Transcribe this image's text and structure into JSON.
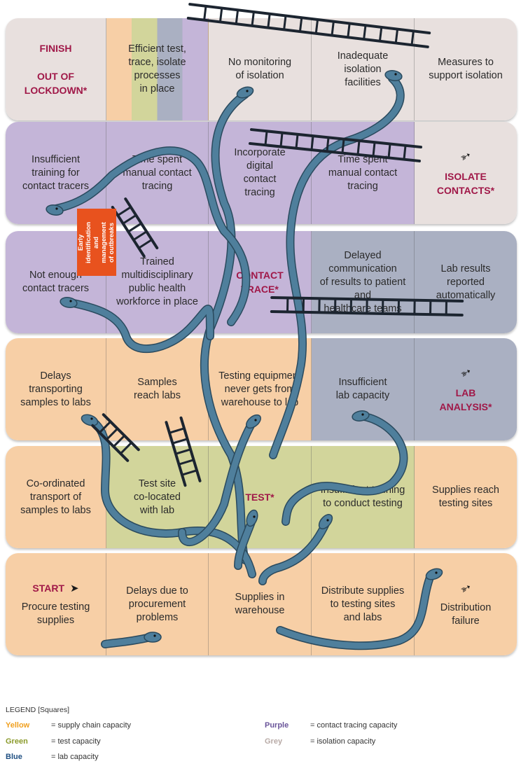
{
  "rows": [
    {
      "cells": [
        {
          "type": "gr",
          "key": true,
          "text": "FINISH\n\nOUT OF\nLOCKDOWN*"
        },
        {
          "type": "stripe",
          "text": "Efficient test,\ntrace, isolate\nprocesses\nin place"
        },
        {
          "type": "gr",
          "text": "No monitoring\nof isolation"
        },
        {
          "type": "gr",
          "text": "Inadequate\nisolation\nfacilities"
        },
        {
          "type": "gr",
          "text": "Measures to\nsupport isolation"
        }
      ]
    },
    {
      "cells": [
        {
          "type": "p",
          "text": "Insufficient\ntraining for\ncontact tracers"
        },
        {
          "type": "p",
          "text": "Time spent\nmanual contact\ntracing"
        },
        {
          "type": "p",
          "text": "Incorporate\ndigital\ncontact\ntracing"
        },
        {
          "type": "p",
          "text": "Time spent\nmanual contact\ntracing"
        },
        {
          "type": "gr",
          "key": true,
          "arrow": true,
          "text": "ISOLATE\nCONTACTS*"
        }
      ]
    },
    {
      "cells": [
        {
          "type": "p",
          "text": "Not enough\ncontact tracers"
        },
        {
          "type": "p",
          "text": "Trained\nmultidisciplinary\npublic health\nworkforce in place"
        },
        {
          "type": "p",
          "key": true,
          "text": "CONTACT\nTRACE*"
        },
        {
          "type": "b",
          "text": "Delayed communication\nof results to patient and\nhealthcare teams"
        },
        {
          "type": "b",
          "text": "Lab results\nreported\nautomatically"
        }
      ]
    },
    {
      "cells": [
        {
          "type": "y",
          "text": "Delays\ntransporting\nsamples to labs"
        },
        {
          "type": "y",
          "text": "Samples\nreach labs"
        },
        {
          "type": "y",
          "text": "Testing equipment\nnever gets from\nwarehouse to lab"
        },
        {
          "type": "b",
          "text": "Insufficient\nlab capacity"
        },
        {
          "type": "b",
          "key": true,
          "arrow": true,
          "text": "LAB\nANALYSIS*"
        }
      ]
    },
    {
      "cells": [
        {
          "type": "y",
          "text": "Co-ordinated\ntransport of\nsamples to labs"
        },
        {
          "type": "g",
          "text": "Test site\nco-located\nwith lab"
        },
        {
          "type": "g",
          "key": true,
          "text": "TEST*"
        },
        {
          "type": "g",
          "text": "Insufficient training\nto conduct testing"
        },
        {
          "type": "y",
          "text": "Supplies reach\ntesting sites"
        }
      ]
    },
    {
      "cells": [
        {
          "type": "y",
          "start": "START",
          "text": "Procure testing\nsupplies"
        },
        {
          "type": "y",
          "text": "Delays due to\nprocurement\nproblems"
        },
        {
          "type": "y",
          "text": "Supplies in\nwarehouse"
        },
        {
          "type": "y",
          "text": "Distribute supplies\nto testing sites\nand labs"
        },
        {
          "type": "y",
          "arrow": true,
          "text": "Distribution\nfailure"
        }
      ]
    }
  ],
  "tag": "Early identification\nand management\nof outbreaks",
  "legend": {
    "title": "LEGEND [Squares]",
    "items": [
      {
        "name": "Yellow",
        "desc": "= supply chain capacity",
        "color": "#f0a020"
      },
      {
        "name": "Green",
        "desc": "= test capacity",
        "color": "#8a9a2a"
      },
      {
        "name": "Blue",
        "desc": "= lab capacity",
        "color": "#1f4f82"
      },
      {
        "name": "Purple",
        "desc": "= contact tracing capacity",
        "color": "#6a559a"
      },
      {
        "name": "Grey",
        "desc": "= isolation capacity",
        "color": "#b8aaa6"
      }
    ]
  },
  "colors": {
    "snake": "#4f7f9c",
    "ladder": "#1c2530",
    "key_text": "#a01848"
  }
}
